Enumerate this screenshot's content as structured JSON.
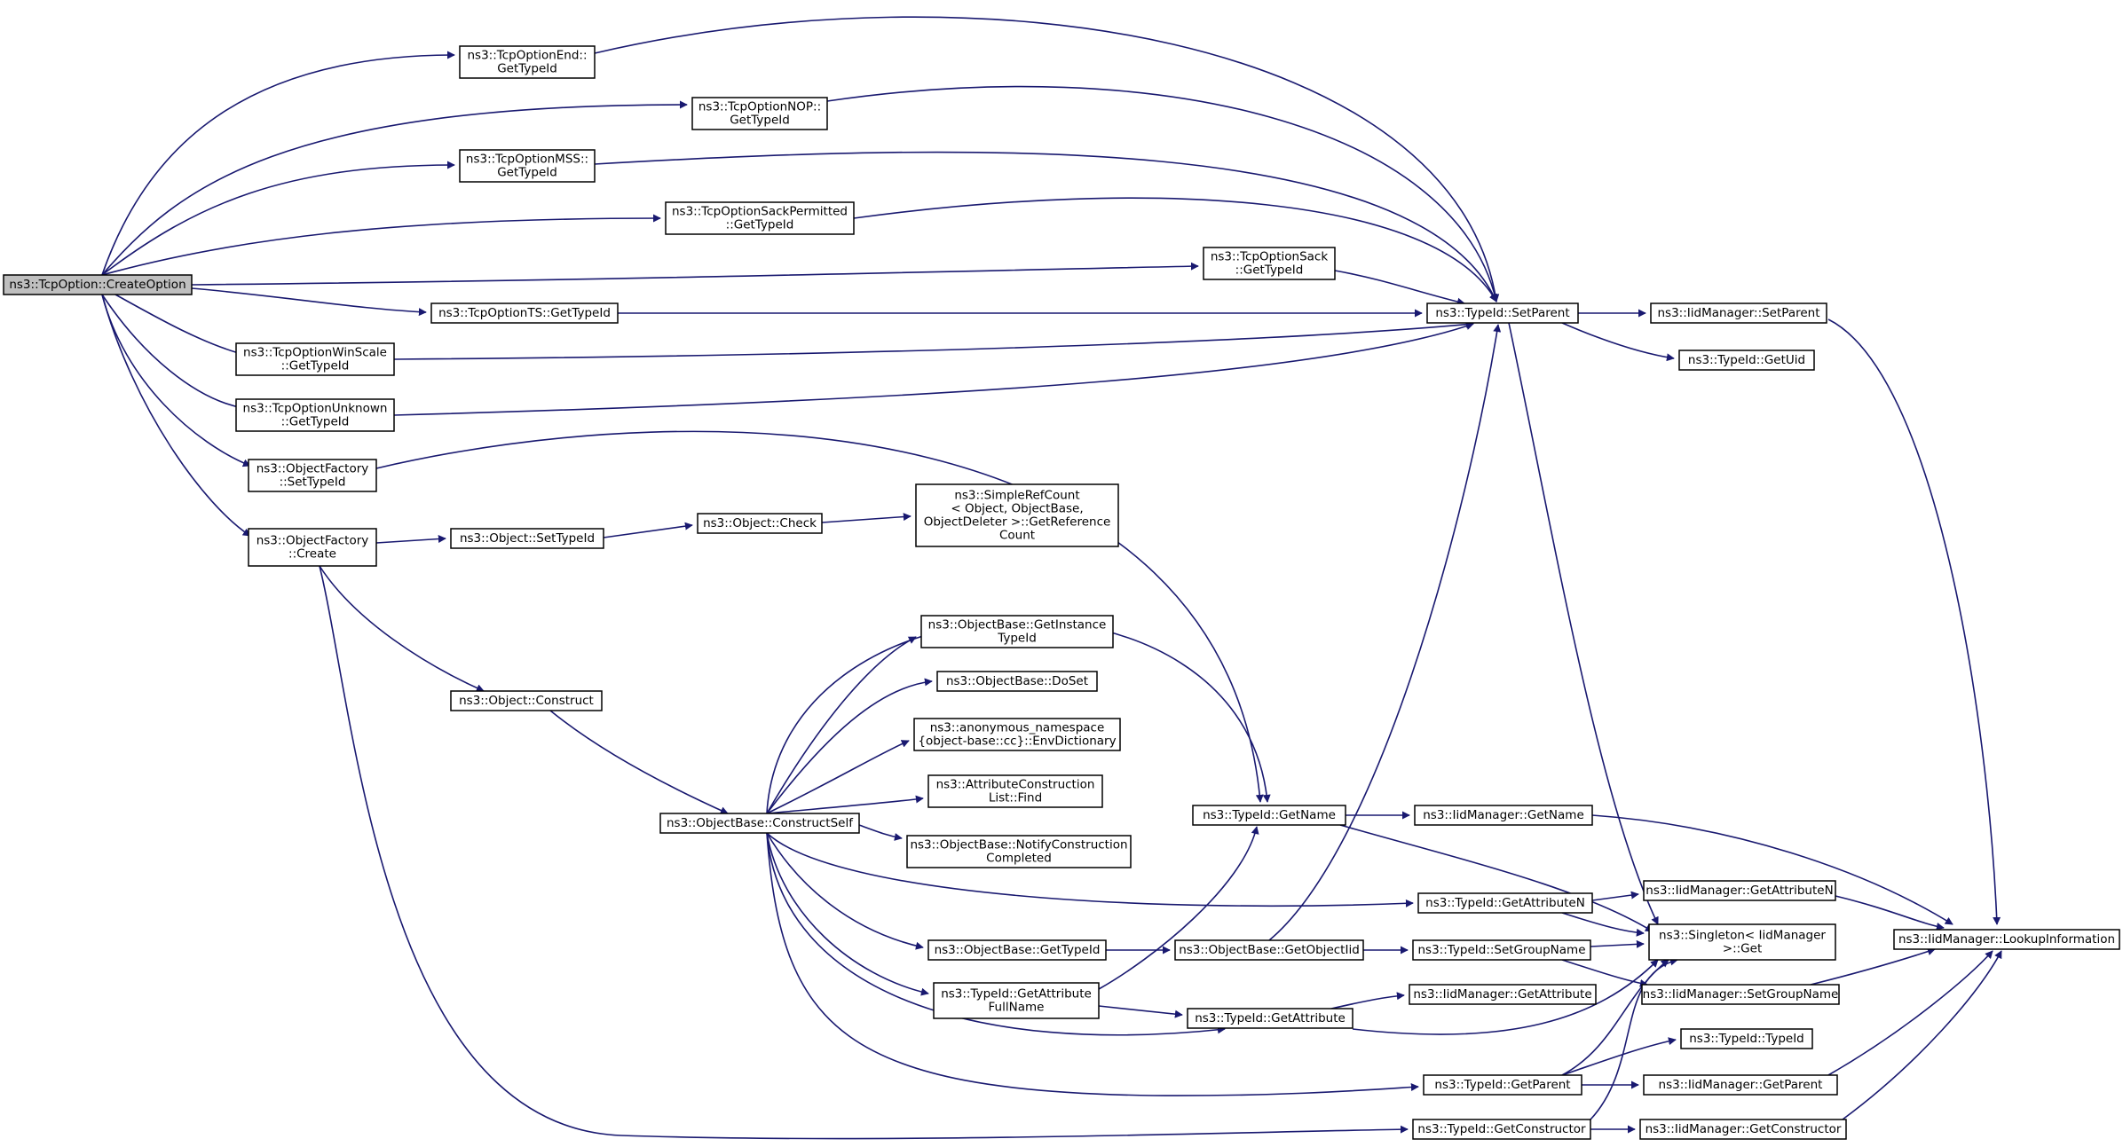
{
  "nodes": [
    {
      "id": "create_option",
      "lines": [
        "ns3::TcpOption::CreateOption"
      ],
      "root": true
    },
    {
      "id": "end_gettypeid",
      "lines": [
        "ns3::TcpOptionEnd::",
        "GetTypeId"
      ]
    },
    {
      "id": "nop_gettypeid",
      "lines": [
        "ns3::TcpOptionNOP::",
        "GetTypeId"
      ]
    },
    {
      "id": "mss_gettypeid",
      "lines": [
        "ns3::TcpOptionMSS::",
        "GetTypeId"
      ]
    },
    {
      "id": "sackperm_gettypeid",
      "lines": [
        "ns3::TcpOptionSackPermitted",
        "::GetTypeId"
      ]
    },
    {
      "id": "sack_gettypeid",
      "lines": [
        "ns3::TcpOptionSack",
        "::GetTypeId"
      ]
    },
    {
      "id": "ts_gettypeid",
      "lines": [
        "ns3::TcpOptionTS::GetTypeId"
      ]
    },
    {
      "id": "winscale_gettypeid",
      "lines": [
        "ns3::TcpOptionWinScale",
        "::GetTypeId"
      ]
    },
    {
      "id": "unknown_gettypeid",
      "lines": [
        "ns3::TcpOptionUnknown",
        "::GetTypeId"
      ]
    },
    {
      "id": "of_settypeid",
      "lines": [
        "ns3::ObjectFactory",
        "::SetTypeId"
      ]
    },
    {
      "id": "of_create",
      "lines": [
        "ns3::ObjectFactory",
        "::Create"
      ]
    },
    {
      "id": "obj_settypeid",
      "lines": [
        "ns3::Object::SetTypeId"
      ]
    },
    {
      "id": "obj_check",
      "lines": [
        "ns3::Object::Check"
      ]
    },
    {
      "id": "simplerefcount",
      "lines": [
        "ns3::SimpleRefCount",
        "< Object, ObjectBase,",
        "ObjectDeleter >::GetReference",
        "Count"
      ]
    },
    {
      "id": "obj_construct",
      "lines": [
        "ns3::Object::Construct"
      ]
    },
    {
      "id": "ob_constructself",
      "lines": [
        "ns3::ObjectBase::ConstructSelf"
      ]
    },
    {
      "id": "ob_getinstancetypeid",
      "lines": [
        "ns3::ObjectBase::GetInstance",
        "TypeId"
      ]
    },
    {
      "id": "ob_doset",
      "lines": [
        "ns3::ObjectBase::DoSet"
      ]
    },
    {
      "id": "envdictionary",
      "lines": [
        "ns3::anonymous_namespace",
        "{object-base::cc}::EnvDictionary"
      ]
    },
    {
      "id": "acl_find",
      "lines": [
        "ns3::AttributeConstruction",
        "List::Find"
      ]
    },
    {
      "id": "ob_notify",
      "lines": [
        "ns3::ObjectBase::NotifyConstruction",
        "Completed"
      ]
    },
    {
      "id": "ob_gettypeid",
      "lines": [
        "ns3::ObjectBase::GetTypeId"
      ]
    },
    {
      "id": "tid_getattrfullname",
      "lines": [
        "ns3::TypeId::GetAttribute",
        "FullName"
      ]
    },
    {
      "id": "tid_getname",
      "lines": [
        "ns3::TypeId::GetName"
      ]
    },
    {
      "id": "ob_getobjectiid",
      "lines": [
        "ns3::ObjectBase::GetObjectIid"
      ]
    },
    {
      "id": "tid_getattribute",
      "lines": [
        "ns3::TypeId::GetAttribute"
      ]
    },
    {
      "id": "tid_setparent",
      "lines": [
        "ns3::TypeId::SetParent"
      ]
    },
    {
      "id": "iid_setparent",
      "lines": [
        "ns3::IidManager::SetParent"
      ]
    },
    {
      "id": "tid_getuid",
      "lines": [
        "ns3::TypeId::GetUid"
      ]
    },
    {
      "id": "iid_getname",
      "lines": [
        "ns3::IidManager::GetName"
      ]
    },
    {
      "id": "tid_getattributen",
      "lines": [
        "ns3::TypeId::GetAttributeN"
      ]
    },
    {
      "id": "iid_getattributen",
      "lines": [
        "ns3::IidManager::GetAttributeN"
      ]
    },
    {
      "id": "singleton_get",
      "lines": [
        "ns3::Singleton< IidManager",
        ">::Get"
      ]
    },
    {
      "id": "tid_setgroupname",
      "lines": [
        "ns3::TypeId::SetGroupName"
      ]
    },
    {
      "id": "iid_setgroupname",
      "lines": [
        "ns3::IidManager::SetGroupName"
      ]
    },
    {
      "id": "iid_getattribute",
      "lines": [
        "ns3::IidManager::GetAttribute"
      ]
    },
    {
      "id": "tid_typeid",
      "lines": [
        "ns3::TypeId::TypeId"
      ]
    },
    {
      "id": "tid_getparent",
      "lines": [
        "ns3::TypeId::GetParent"
      ]
    },
    {
      "id": "iid_getparent",
      "lines": [
        "ns3::IidManager::GetParent"
      ]
    },
    {
      "id": "tid_getconstructor",
      "lines": [
        "ns3::TypeId::GetConstructor"
      ]
    },
    {
      "id": "iid_getconstructor",
      "lines": [
        "ns3::IidManager::GetConstructor"
      ]
    },
    {
      "id": "iid_lookupinfo",
      "lines": [
        "ns3::IidManager::LookupInformation"
      ]
    }
  ],
  "colors": {
    "edge": "#191970",
    "node_border": "#000000",
    "root_fill": "#bfbfbf",
    "node_fill": "#ffffff"
  }
}
